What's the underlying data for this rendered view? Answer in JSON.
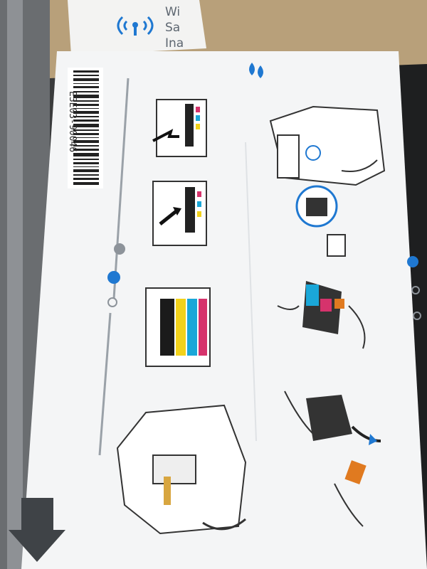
{
  "top_label": {
    "lines": [
      "Wi",
      "Sa",
      "Ina"
    ],
    "icon": "wifi-antenna-icon"
  },
  "sheet": {
    "part_number": "E3E03-90046",
    "header_icon": "ink-drops-icon"
  },
  "colors": {
    "paper": "#f4f5f6",
    "accent_blue": "#1f78d1",
    "orange_tab": "#e07a20",
    "cyan": "#1aa7d8",
    "magenta": "#d6336c",
    "yellow": "#f2d21b"
  }
}
